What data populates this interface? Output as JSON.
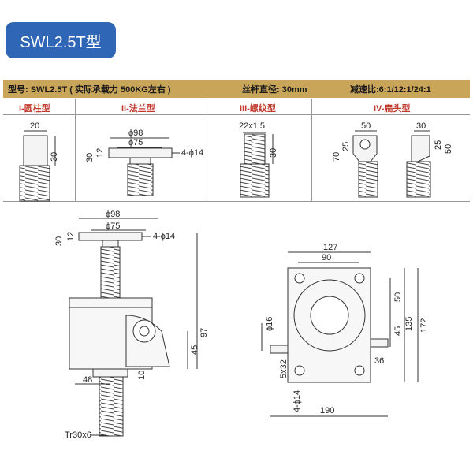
{
  "title": "SWL2.5T型",
  "spec": {
    "model": "型号: SWL2.5T ( 实际承载力 500KG左右 )",
    "screw_diameter": "丝杆直径: 30mm",
    "ratio": "减速比:6:1/12:1/24:1"
  },
  "types": [
    {
      "label": "I-圆柱型"
    },
    {
      "label": "II-法兰型"
    },
    {
      "label": "III-螺纹型"
    },
    {
      "label": "IV-扁头型"
    }
  ],
  "dims": {
    "t1_w": "20",
    "t1_h": "30",
    "t2_d1": "ϕ98",
    "t2_d2": "ϕ75",
    "t2_h1": "30",
    "t2_h2": "12",
    "t2_holes": "4-ϕ14",
    "t3_thread": "22x1.5",
    "t3_h": "30",
    "t4_w1": "50",
    "t4_w2": "30",
    "t4_h1": "70",
    "t4_h2": "25",
    "t4_h3": "50",
    "t4_h4": "25",
    "m_d1": "ϕ98",
    "m_d2": "ϕ75",
    "m_h1": "30",
    "m_h2": "12",
    "m_holes": "4-ϕ14",
    "m_h_total": "97",
    "m_h_shaft": "45",
    "m_w_base": "48",
    "m_h_base": "10",
    "m_thread": "Tr30x6",
    "s_w1": "127",
    "s_w2": "90",
    "s_h1": "50",
    "s_h2": "45",
    "s_h3": "135",
    "s_h4": "172",
    "s_shaft_d": "ϕ16",
    "s_key": "5x32",
    "s_key2": "36",
    "s_holes": "4-ϕ14",
    "s_base_w": "190"
  }
}
